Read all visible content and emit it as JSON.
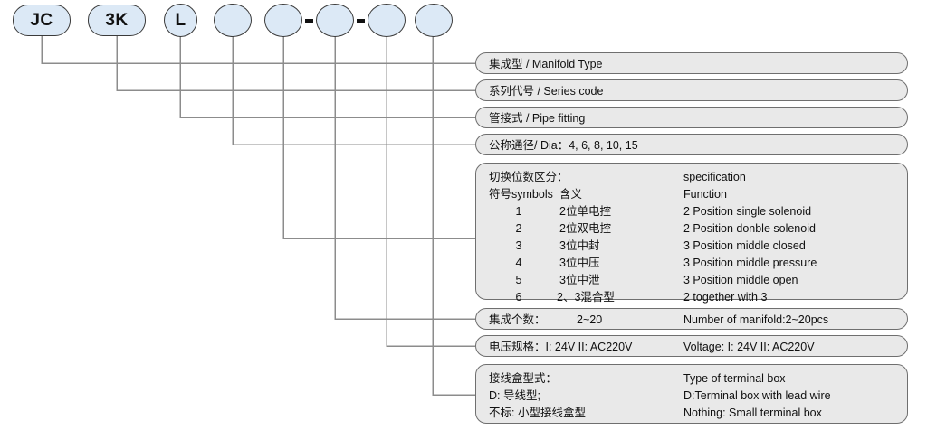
{
  "diagram": {
    "title": "Manifold valve model code breakdown",
    "colors": {
      "bubble_fill": "#dce9f6",
      "bubble_border": "#3b3b3b",
      "pill_fill": "#e9e9e9",
      "pill_border": "#6f6f6f",
      "wire": "#8c8c8c",
      "text": "#101010"
    }
  },
  "code": {
    "segments": [
      {
        "label": "JC",
        "shape": "wide"
      },
      {
        "label": "3K",
        "shape": "wide"
      },
      {
        "label": "L",
        "shape": "round"
      },
      {
        "label": "",
        "shape": "round"
      },
      {
        "label": "",
        "shape": "round"
      },
      {
        "label": "",
        "shape": "round"
      },
      {
        "label": "",
        "shape": "round"
      },
      {
        "label": "",
        "shape": "round"
      }
    ],
    "separator": "-"
  },
  "rows": {
    "manifold_type": "集成型 / Manifold Type",
    "series_code": "系列代号 / Series code",
    "pipe_fitting": "管接式 / Pipe fitting",
    "dia": "公称通径/ Dia：4, 6, 8, 10, 15",
    "manifold_count_cn": "集成个数：",
    "manifold_count_value": "2~20",
    "manifold_count_en": "Number of manifold:2~20pcs",
    "voltage_cn": "电压规格：I: 24V  II: AC220V",
    "voltage_en": "Voltage: I: 24V  II: AC220V"
  },
  "position_spec": {
    "heading_cn": "切换位数区分：",
    "heading_en": "specification",
    "subhead_sym": "符号symbols",
    "subhead_cn": "含义",
    "subhead_en": "Function",
    "items": [
      {
        "symbol": "1",
        "cn": "2位单电控",
        "en": "2 Position single solenoid"
      },
      {
        "symbol": "2",
        "cn": "2位双电控",
        "en": "2 Position donble solenoid"
      },
      {
        "symbol": "3",
        "cn": "3位中封",
        "en": "3 Position middle closed"
      },
      {
        "symbol": "4",
        "cn": "3位中压",
        "en": "3 Position middle pressure"
      },
      {
        "symbol": "5",
        "cn": "3位中泄",
        "en": "3 Position middle open"
      },
      {
        "symbol": "6",
        "cn": "2、3混合型",
        "en": "2 together with 3"
      }
    ]
  },
  "terminal_box": {
    "cn_line1": "接线盒型式：",
    "cn_line2": "D: 导线型;",
    "cn_line3": "不标: 小型接线盒型",
    "en_line1": "Type of terminal box",
    "en_line2": "D:Terminal box with lead wire",
    "en_line3": "Nothing: Small terminal box"
  }
}
